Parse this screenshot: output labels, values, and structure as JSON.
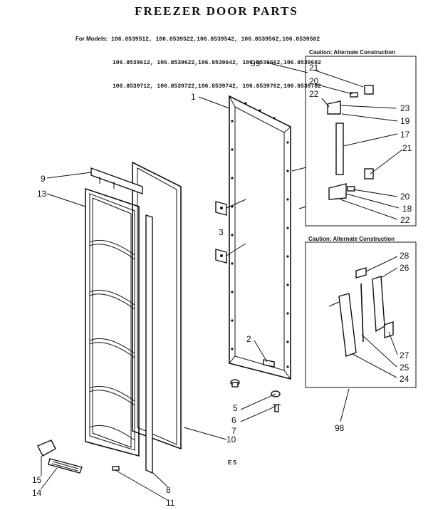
{
  "title": "FREEZER DOOR PARTS",
  "models": {
    "lead": "For Models:",
    "line1": "106.8539512, 106.8539522,106.8539542, 106.8539562,106.8539582",
    "line2": "106.8539612, 106.8539622,106.8539642, 106.8539662,106.8539682",
    "line3": "106.8539712, 106.8539722,106.8539742, 106.8539762,106.8539782"
  },
  "captions": {
    "top_box": "Caution: Alternate Construction",
    "bottom_box": "Caution: Alternate Construction"
  },
  "callouts": {
    "c1": "1",
    "c2": "2",
    "c3": "3",
    "c5": "5",
    "c6": "6",
    "c7": "7",
    "c8": "8",
    "c9": "9",
    "c10": "10",
    "c11": "11",
    "c13": "13",
    "c14": "14",
    "c15": "15",
    "c17": "17",
    "c18": "18",
    "c19": "19",
    "c20a": "20",
    "c20b": "20",
    "c21a": "21",
    "c21b": "21",
    "c22a": "22",
    "c22b": "22",
    "c23": "23",
    "c24": "24",
    "c25": "25",
    "c26": "26",
    "c27": "27",
    "c28": "28",
    "c98": "98",
    "c99": "99"
  },
  "footer_code": "E 5"
}
